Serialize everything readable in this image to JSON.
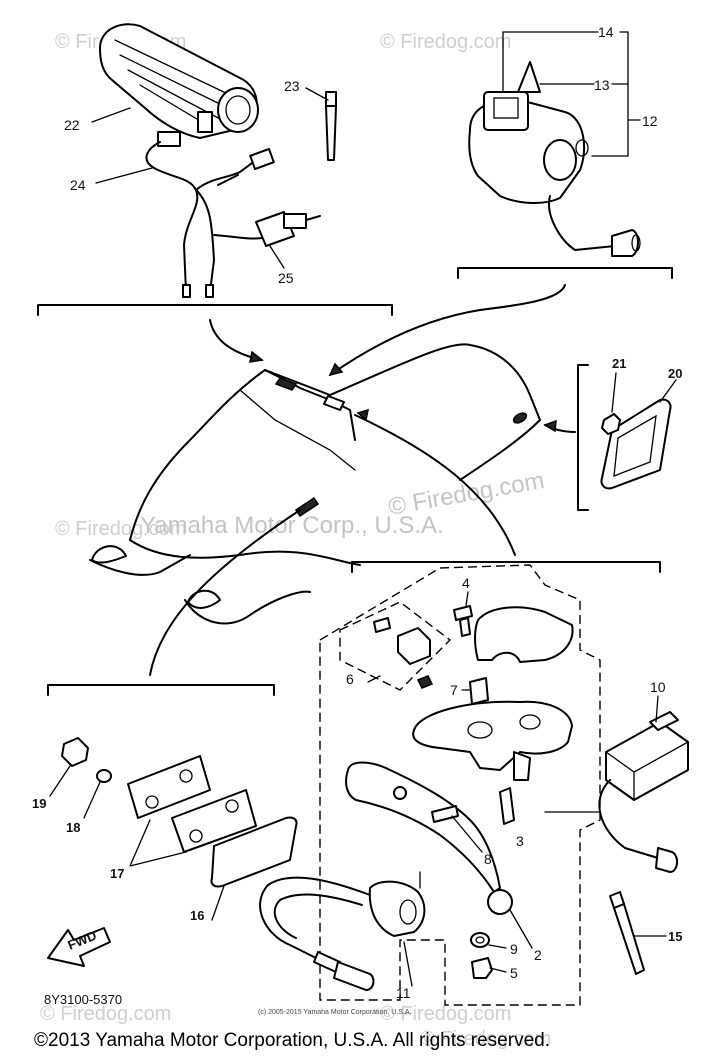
{
  "watermarks": [
    "© Firedog.com",
    "© Firedog.com",
    "© Firedog.com",
    "© Firedog.com",
    "© Firedog.com",
    "© Firedog.com",
    "© Firedog.com"
  ],
  "watermark_center": "Yamaha Motor Corp., U.S.A.",
  "callouts": {
    "p2": "2",
    "p3": "3",
    "p4": "4",
    "p5": "5",
    "p6": "6",
    "p7": "7",
    "p8": "8",
    "p9": "9",
    "p10": "10",
    "p11": "11",
    "p12": "12",
    "p13": "13",
    "p14": "14",
    "p15": "15",
    "p16": "16",
    "p17": "17",
    "p18": "18",
    "p19": "19",
    "p20": "20",
    "p21": "21",
    "p22": "22",
    "p23": "23",
    "p24": "24",
    "p25": "25"
  },
  "fwd_label": "FWD",
  "part_number": "8Y3100-5370",
  "small_copyright": "(c) 2005-2015 Yamaha Motor Corporation, U.S.A.",
  "footer_copyright": "©2013 Yamaha Motor Corporation, U.S.A. All rights reserved."
}
